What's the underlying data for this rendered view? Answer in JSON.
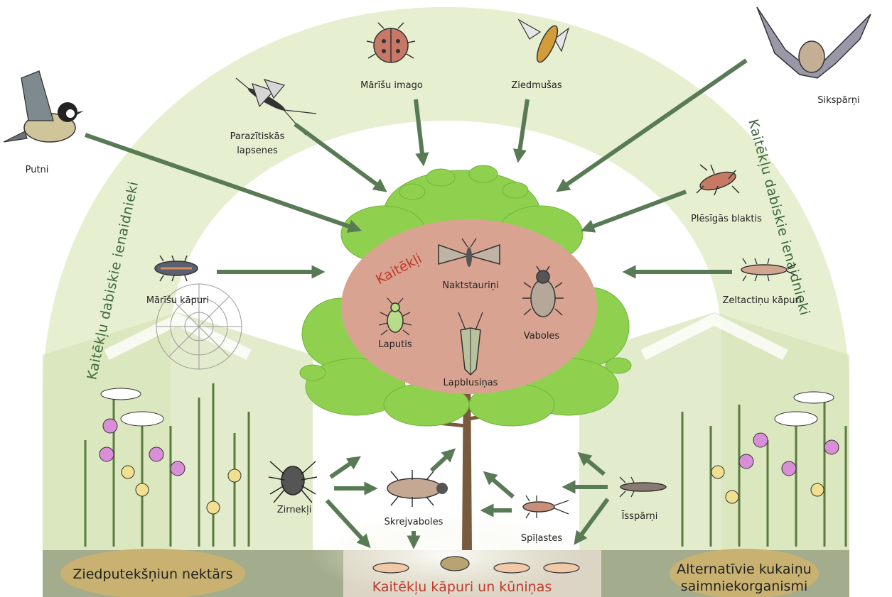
{
  "labels": {
    "putni": "Putni",
    "parazitiskas": "Parazītiskās",
    "lapsenes": "lapsenes",
    "marisu_imago": "Mārīšu imago",
    "ziedmusas": "Ziedmušas",
    "sikspārņi": "Sikspārņi",
    "plesigas_blaktis": "Plēsīgās blaktis",
    "marisu_kapuri": "Mārīšu kāpuri",
    "zeltactinu_kapuri": "Zeltactiņu kāpuri",
    "kaitekli": "Kaitēkļi",
    "naktstaurini": "Naktstauriņi",
    "laputis": "Laputis",
    "vaboles": "Vaboles",
    "lapblusinas": "Lapblusiņas",
    "zirnekli": "Zirnekļi",
    "skrejvaboles": "Skrejvaboles",
    "spilastes": "Spīļastes",
    "issparni": "Īsspārņi",
    "arc_left": "Kaitēkļu dabiskie ienaidnieki",
    "arc_right": "Kaitēkļu dabiskie ienaidnieki",
    "ziedputeksni": "Ziedputekšņiun nektārs",
    "kaitieklu_kapuri": "Kaitēkļu kāpuri un kūniņas",
    "alternativie_1": "Alternatīvie kukaiņu",
    "alternativie_2": "saimniekorganismi"
  },
  "colors": {
    "arrow": "#587a55",
    "pest_ellipse": "#d9a391",
    "pest_title": "#c0392b",
    "foliage": "#8fd14f",
    "arc_band": "#e6efcf",
    "ground": "#a3ac8c",
    "soil_oval": "#c9b271",
    "larvae_text": "#c0392b",
    "arc_text": "#3d6a3d"
  }
}
